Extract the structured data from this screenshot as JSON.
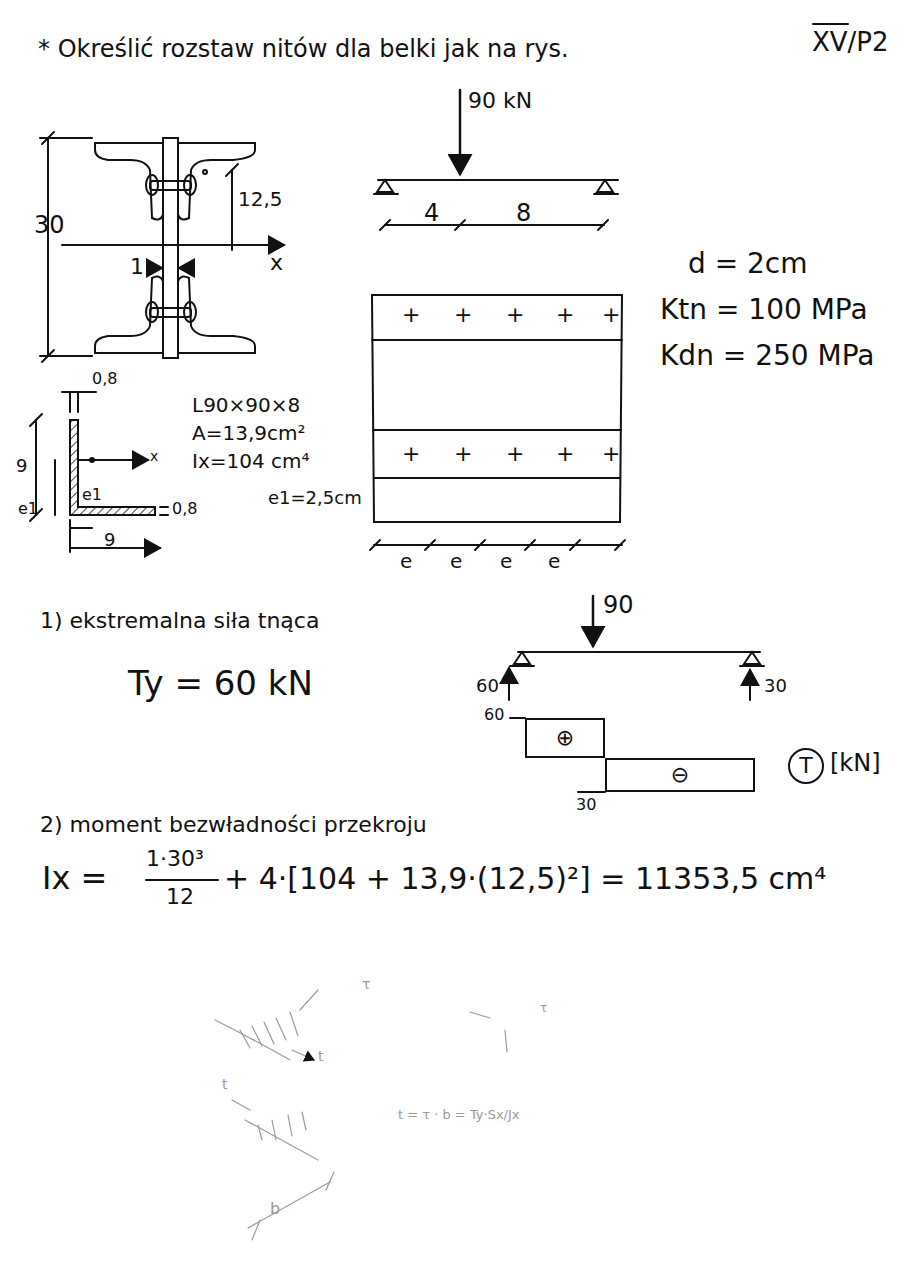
{
  "diagram": {
    "title": "* Określić rozstaw nitów dla belki jak na rys.",
    "nodes": [
      {
        "text": [
          "⊕"
        ]
      },
      {
        "text": [
          "⊖"
        ]
      },
      {
        "text": [
          "T"
        ]
      }
    ],
    "labels": [
      "XV/P2",
      "30",
      "12,5",
      "x",
      "1",
      "90 kN",
      "4",
      "8",
      "d = 2cm",
      "Ktn = 100 MPa",
      "Kdn = 250 MPa",
      "0,8",
      "9",
      "x",
      "e1",
      "e1",
      "9",
      "0,8",
      "L90×90×8",
      "A=13,9cm²",
      "Ix=104 cm⁴",
      "e1=2,5cm",
      "+",
      "+",
      "+",
      "+",
      "+",
      "+",
      "+",
      "+",
      "+",
      "+",
      "e",
      "e",
      "e",
      "e",
      "1) ekstremalna siła tnąca",
      "Ty = 60 kN",
      "90",
      "60",
      "30",
      "60",
      "30",
      "[kN]",
      "2) moment bezwładności przekroju",
      "Ix =",
      "1·30³",
      "12",
      "+ 4·[104 + 13,9·(12,5)²] = 11353,5 cm⁴",
      "τ",
      "t",
      "t",
      "b",
      "τ",
      "t = τ · b = Ty·Sx/Jx"
    ]
  }
}
